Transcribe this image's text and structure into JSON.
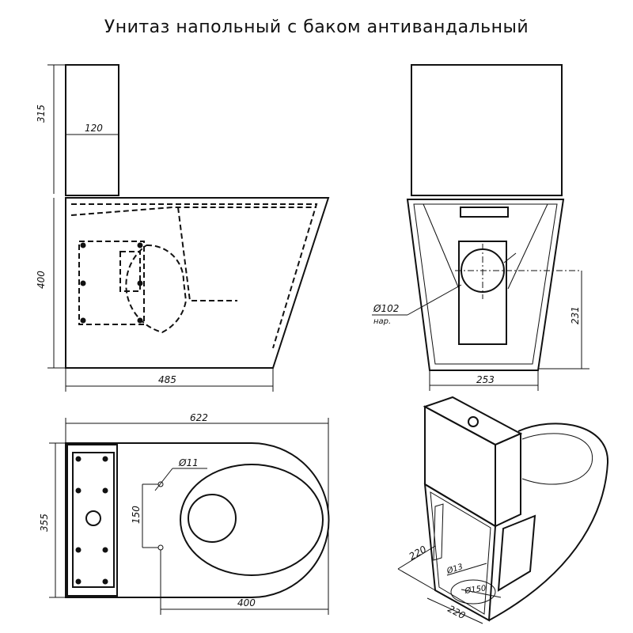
{
  "title": "Унитаз напольный с баком антивандальный",
  "side_view": {
    "dim_tank_height": "315",
    "dim_tank_depth": "120",
    "dim_bowl_height": "400",
    "dim_length": "485"
  },
  "front_view": {
    "dim_outlet_diameter": "Ø102",
    "dim_outlet_note": "нар.",
    "dim_outlet_height": "231",
    "dim_base_width": "253"
  },
  "plan_view": {
    "dim_total_length": "622",
    "dim_width": "355",
    "dim_hole_diameter": "Ø11",
    "dim_hole_spacing": "150",
    "dim_hole_to_front": "400"
  },
  "iso_view": {
    "dim_depth": "220",
    "dim_width": "220",
    "dim_hole": "Ø13",
    "dim_outlet": "Ø150"
  }
}
